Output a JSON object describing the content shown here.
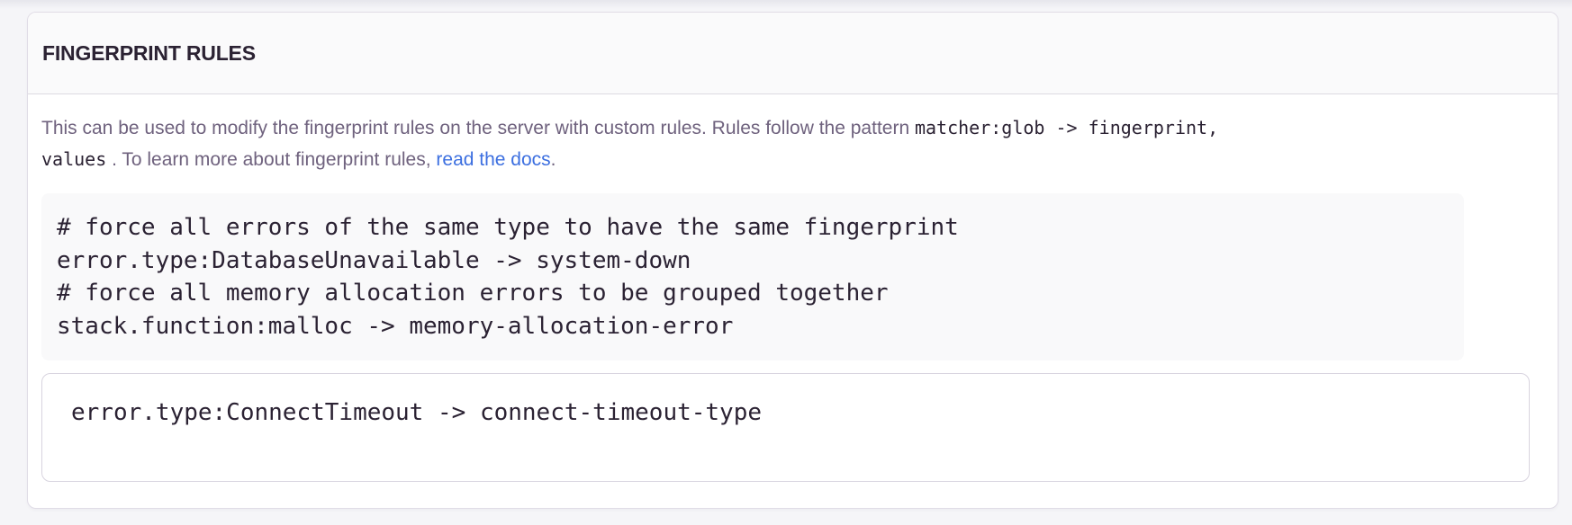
{
  "panel": {
    "title": "FINGERPRINT RULES",
    "description": {
      "intro": "This can be used to modify the fingerprint rules on the server with custom rules. Rules follow the pattern ",
      "pattern_code_line1": "matcher:glob -> fingerprint,",
      "pattern_code_line2": "values",
      "after_code": " . To learn more about fingerprint rules, ",
      "link_label": "read the docs",
      "after_link": "."
    },
    "example_block": {
      "lines": [
        "# force all errors of the same type to have the same fingerprint",
        "error.type:DatabaseUnavailable -> system-down",
        "# force all memory allocation errors to be grouped together",
        "stack.function:malloc -> memory-allocation-error"
      ]
    },
    "rules_input": {
      "value": "error.type:ConnectTimeout -> connect-timeout-type"
    }
  },
  "colors": {
    "link": "#3c6fe0",
    "panel_header_bg": "#fafafb",
    "code_text": "#2b2233",
    "help_text": "#6f627e"
  }
}
